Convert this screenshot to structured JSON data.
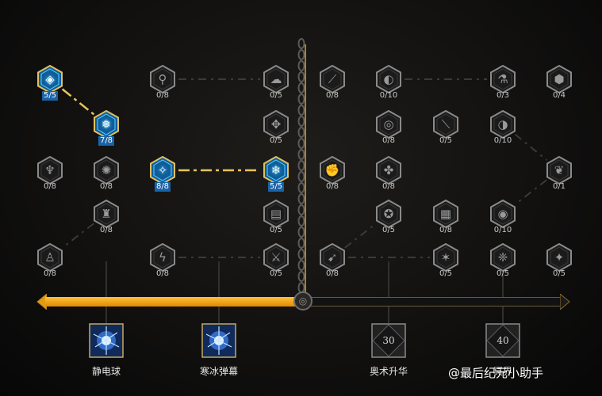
{
  "colors": {
    "accent_orange": "#f2a512",
    "active_blue": "#1a63a8",
    "active_glow": "#5fd2ff",
    "node_border": "#8a8a8a",
    "background": "#121110"
  },
  "skill_tree": {
    "nodes": [
      {
        "id": "n1",
        "col": 1,
        "row": 1,
        "rank": "5/5",
        "active": true,
        "icon": "shard-cube-icon",
        "glyph": "◈"
      },
      {
        "id": "n2",
        "col": 2,
        "row": 2,
        "rank": "7/8",
        "active": true,
        "icon": "frost-pillar-icon",
        "glyph": "❅"
      },
      {
        "id": "n3",
        "col": 1,
        "row": 3,
        "rank": "0/8",
        "active": false,
        "icon": "shadow-figure-icon",
        "glyph": "♆"
      },
      {
        "id": "n4",
        "col": 2,
        "row": 3,
        "rank": "0/8",
        "active": false,
        "icon": "rune-circle-icon",
        "glyph": "✺"
      },
      {
        "id": "n5",
        "col": 2,
        "row": 4,
        "rank": "0/8",
        "active": false,
        "icon": "armored-helm-icon",
        "glyph": "♜"
      },
      {
        "id": "n6",
        "col": 1,
        "row": 5,
        "rank": "0/8",
        "active": false,
        "icon": "hooded-figure-icon",
        "glyph": "♙"
      },
      {
        "id": "n7",
        "col": 3,
        "row": 1,
        "rank": "0/8",
        "active": false,
        "icon": "wand-orb-icon",
        "glyph": "⚲"
      },
      {
        "id": "n8",
        "col": 4,
        "row": 1,
        "rank": "0/5",
        "active": false,
        "icon": "storm-cloud-icon",
        "glyph": "☁"
      },
      {
        "id": "n9",
        "col": 4,
        "row": 2,
        "rank": "0/5",
        "active": false,
        "icon": "arcane-sigil-icon",
        "glyph": "✥"
      },
      {
        "id": "n10",
        "col": 3,
        "row": 3,
        "rank": "8/8",
        "active": true,
        "icon": "ice-shards-icon",
        "glyph": "✧"
      },
      {
        "id": "n11",
        "col": 4,
        "row": 3,
        "rank": "5/5",
        "active": true,
        "icon": "frost-nova-icon",
        "glyph": "❄"
      },
      {
        "id": "n12",
        "col": 4,
        "row": 4,
        "rank": "0/5",
        "active": false,
        "icon": "tome-icon",
        "glyph": "▤"
      },
      {
        "id": "n13",
        "col": 3,
        "row": 5,
        "rank": "0/8",
        "active": false,
        "icon": "lightning-icon",
        "glyph": "ϟ"
      },
      {
        "id": "n14",
        "col": 4,
        "row": 5,
        "rank": "0/5",
        "active": false,
        "icon": "claw-strike-icon",
        "glyph": "⚔"
      },
      {
        "id": "n15",
        "col": 5,
        "row": 1,
        "rank": "0/8",
        "active": false,
        "icon": "dagger-slash-icon",
        "glyph": "⟋"
      },
      {
        "id": "n16",
        "col": 5,
        "row": 3,
        "rank": "0/8",
        "active": false,
        "icon": "fist-icon",
        "glyph": "✊"
      },
      {
        "id": "n17",
        "col": 5,
        "row": 5,
        "rank": "0/8",
        "active": false,
        "icon": "arrow-burst-icon",
        "glyph": "➹"
      },
      {
        "id": "n18",
        "col": 6,
        "row": 1,
        "rank": "0/10",
        "active": false,
        "icon": "dark-shield-icon",
        "glyph": "◐"
      },
      {
        "id": "n19",
        "col": 6,
        "row": 2,
        "rank": "0/8",
        "active": false,
        "icon": "void-ring-icon",
        "glyph": "◎"
      },
      {
        "id": "n20",
        "col": 6,
        "row": 3,
        "rank": "0/8",
        "active": false,
        "icon": "clover-seal-icon",
        "glyph": "✤"
      },
      {
        "id": "n21",
        "col": 6,
        "row": 4,
        "rank": "0/5",
        "active": false,
        "icon": "compass-rune-icon",
        "glyph": "✪"
      },
      {
        "id": "n22",
        "col": 7,
        "row": 2,
        "rank": "0/5",
        "active": false,
        "icon": "blade-sweep-icon",
        "glyph": "⟍"
      },
      {
        "id": "n23",
        "col": 7,
        "row": 4,
        "rank": "0/8",
        "active": false,
        "icon": "crumbling-stone-icon",
        "glyph": "▦"
      },
      {
        "id": "n24",
        "col": 7,
        "row": 5,
        "rank": "0/5",
        "active": false,
        "icon": "star-burst-icon",
        "glyph": "✶"
      },
      {
        "id": "n25",
        "col": 8,
        "row": 1,
        "rank": "0/3",
        "active": false,
        "icon": "potion-flask-icon",
        "glyph": "⚗"
      },
      {
        "id": "n26",
        "col": 8,
        "row": 2,
        "rank": "0/10",
        "active": false,
        "icon": "vortex-icon",
        "glyph": "◑"
      },
      {
        "id": "n27",
        "col": 8,
        "row": 4,
        "rank": "0/10",
        "active": false,
        "icon": "eye-swirl-icon",
        "glyph": "◉"
      },
      {
        "id": "n28",
        "col": 8,
        "row": 5,
        "rank": "0/5",
        "active": false,
        "icon": "ice-crystal-cluster-icon",
        "glyph": "❈"
      },
      {
        "id": "n29",
        "col": 9,
        "row": 1,
        "rank": "0/4",
        "active": false,
        "icon": "gem-icon",
        "glyph": "⬢"
      },
      {
        "id": "n30",
        "col": 9,
        "row": 3,
        "rank": "0/1",
        "active": false,
        "icon": "feather-wing-icon",
        "glyph": "❦"
      },
      {
        "id": "n31",
        "col": 9,
        "row": 5,
        "rank": "0/5",
        "active": false,
        "icon": "spiked-star-icon",
        "glyph": "✦"
      }
    ],
    "links": [
      {
        "from": "n1",
        "to": "n2",
        "active": true
      },
      {
        "from": "n7",
        "to": "n8",
        "active": false
      },
      {
        "from": "n10",
        "to": "n11",
        "active": true
      },
      {
        "from": "n5",
        "to": "n6",
        "active": false
      },
      {
        "from": "n13",
        "to": "n14",
        "active": false
      },
      {
        "from": "n18",
        "to": "n25",
        "active": false
      },
      {
        "from": "n26",
        "to": "n30",
        "active": false
      },
      {
        "from": "n30",
        "to": "n27",
        "active": false
      },
      {
        "from": "n17",
        "to": "n21",
        "active": false
      },
      {
        "from": "n17",
        "to": "n24",
        "active": false
      }
    ]
  },
  "progress": {
    "value": 0.5
  },
  "rewards": [
    {
      "label": "静电球",
      "icon": "static-orb-icon",
      "level": "",
      "active": true
    },
    {
      "label": "寒冰弹幕",
      "icon": "ice-barrage-icon",
      "level": "",
      "active": true
    },
    {
      "label": "奥术升华",
      "icon": "arcane-ascension-icon",
      "level": "30",
      "active": false
    },
    {
      "label": "冥界",
      "icon": "underworld-icon",
      "level": "40",
      "active": false
    }
  ],
  "watermark": "@最后纪元小助手"
}
